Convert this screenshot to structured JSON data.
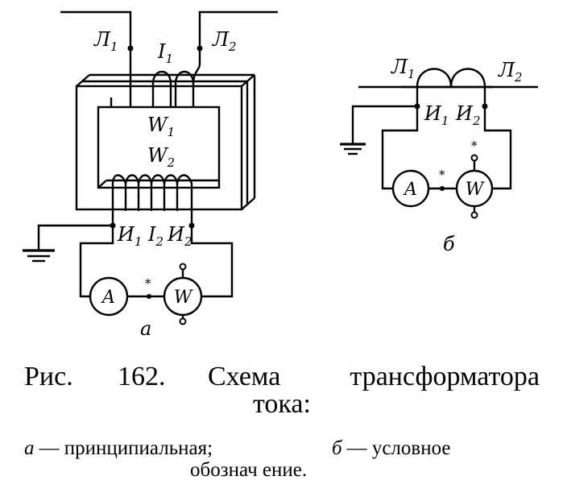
{
  "diagram_a": {
    "line_terminal_1": "Л",
    "line_terminal_1_sub": "1",
    "line_terminal_2": "Л",
    "line_terminal_2_sub": "2",
    "primary_current": "I",
    "primary_current_sub": "1",
    "primary_winding": "W",
    "primary_winding_sub": "1",
    "secondary_winding": "W",
    "secondary_winding_sub": "2",
    "sec_terminal_1": "И",
    "sec_terminal_1_sub": "1",
    "secondary_current": "I",
    "secondary_current_sub": "2",
    "sec_terminal_2": "И",
    "sec_terminal_2_sub": "2",
    "ammeter": "A",
    "wattmeter": "W",
    "star": "*",
    "letter": "а"
  },
  "diagram_b": {
    "line_terminal_1": "Л",
    "line_terminal_1_sub": "1",
    "line_terminal_2": "Л",
    "line_terminal_2_sub": "2",
    "sec_terminal_1": "И",
    "sec_terminal_1_sub": "1",
    "sec_terminal_2": "И",
    "sec_terminal_2_sub": "2",
    "ammeter": "A",
    "wattmeter": "W",
    "star_1": "*",
    "star_2": "*",
    "letter": "б"
  },
  "caption": {
    "line1_prefix": "Рис.",
    "line1_number": "162.",
    "line1_word1": "Схема",
    "line1_word2": "трансформатора",
    "line2": "тока:"
  },
  "legend": {
    "a_letter": "а",
    "a_text": "— принципиальная;",
    "b_letter": "б",
    "b_text": "— условное",
    "line2": "обознач ение."
  }
}
